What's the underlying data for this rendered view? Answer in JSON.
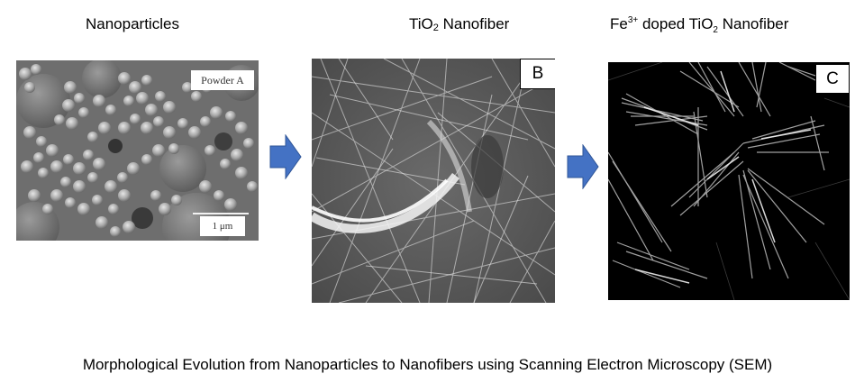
{
  "figure": {
    "panels": [
      {
        "id": "A",
        "title": "Nanoparticles",
        "image_description": "Grayscale SEM micrograph of agglomerated spherical nanoparticles",
        "overlay_label": "Powder A",
        "scale_bar": "1 μm"
      },
      {
        "id": "B",
        "title_parts": {
          "prefix": "TiO",
          "subscript": "2",
          "suffix": " Nanofiber"
        },
        "image_description": "Grayscale SEM micrograph of dense entangled TiO2 nanofibers",
        "panel_letter": "B"
      },
      {
        "id": "C",
        "title_parts": {
          "element": "Fe",
          "superscript": "3+",
          "middle": " doped TiO",
          "subscript": "2",
          "suffix": " Nanofiber"
        },
        "image_description": "SEM micrograph on black background showing bundled sheaf-like Fe3+ doped TiO2 nanofibers",
        "panel_letter": "C"
      }
    ],
    "arrows": [
      {
        "from": "A",
        "to": "B",
        "direction": "right",
        "color": "#4472C4"
      },
      {
        "from": "B",
        "to": "C",
        "direction": "right",
        "color": "#4472C4"
      }
    ],
    "caption": "Morphological Evolution from Nanoparticles to Nanofibers using Scanning Electron Microscopy (SEM)"
  },
  "colors": {
    "arrow_fill": "#4472C4",
    "arrow_stroke": "#2F5597",
    "background": "#FFFFFF"
  }
}
